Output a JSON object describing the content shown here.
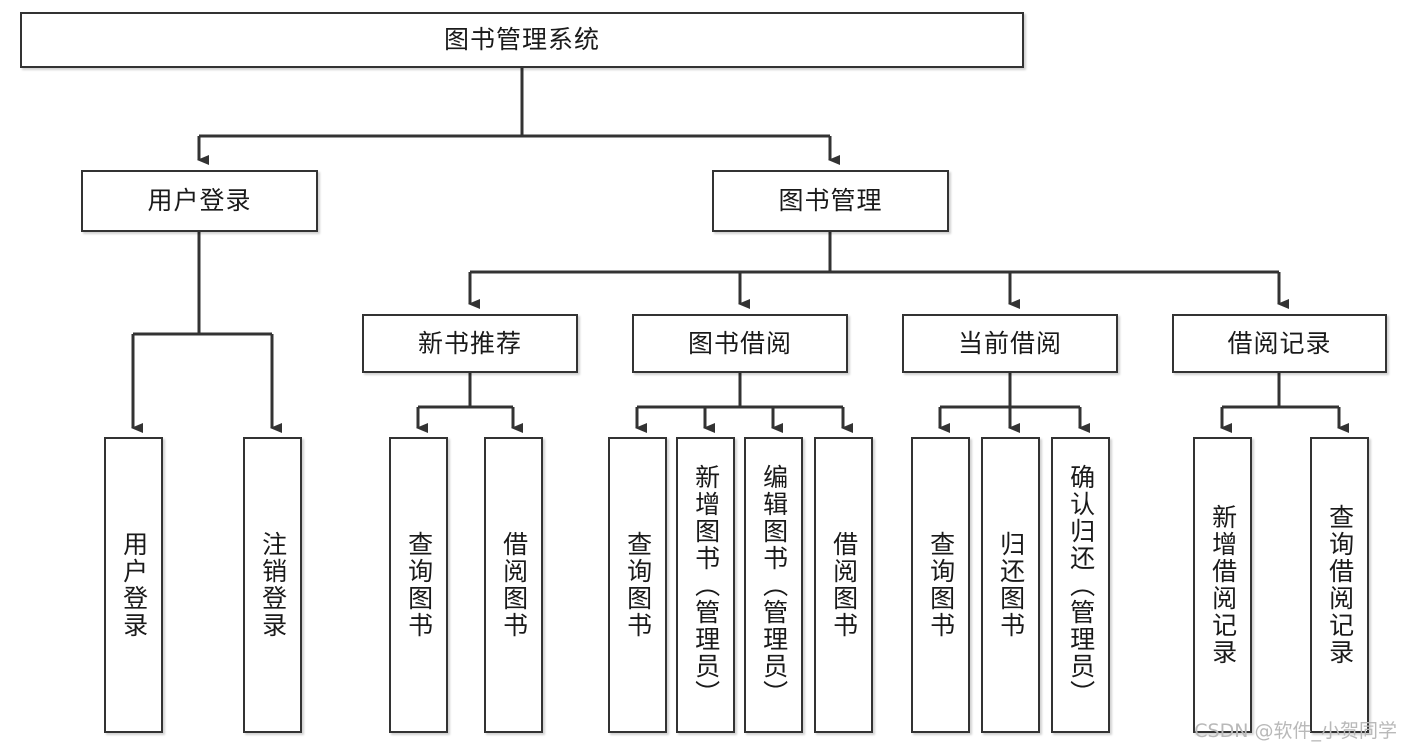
{
  "diagram": {
    "type": "tree",
    "title": "图书管理系统",
    "watermark": "CSDN @软件_小贺同学",
    "colors": {
      "box_border": "#333333",
      "box_fill": "#ffffff",
      "edge": "#333333",
      "text": "#1a1a1a",
      "watermark": "#b9b9b9"
    },
    "nodes": {
      "root": {
        "label": "图书管理系统",
        "level": 1,
        "orientation": "horizontal"
      },
      "user_login": {
        "label": "用户登录",
        "level": 2,
        "orientation": "horizontal"
      },
      "book_manage": {
        "label": "图书管理",
        "level": 2,
        "orientation": "horizontal"
      },
      "new_book_rec": {
        "label": "新书推荐",
        "level": 3,
        "orientation": "horizontal"
      },
      "book_borrow": {
        "label": "图书借阅",
        "level": 3,
        "orientation": "horizontal"
      },
      "current_borrow": {
        "label": "当前借阅",
        "level": 3,
        "orientation": "horizontal"
      },
      "borrow_record": {
        "label": "借阅记录",
        "level": 3,
        "orientation": "horizontal"
      },
      "leaf_user_login": {
        "label": "用户登录",
        "level": 4,
        "orientation": "vertical"
      },
      "leaf_logout": {
        "label": "注销登录",
        "level": 4,
        "orientation": "vertical"
      },
      "leaf_query_book_rec": {
        "label": "查询图书",
        "level": 4,
        "orientation": "vertical"
      },
      "leaf_borrow_book_rec": {
        "label": "借阅图书",
        "level": 4,
        "orientation": "vertical"
      },
      "leaf_query_book_borrow": {
        "label": "查询图书",
        "level": 4,
        "orientation": "vertical"
      },
      "leaf_add_book": {
        "label": "新增图书（管理员）",
        "level": 4,
        "orientation": "vertical"
      },
      "leaf_edit_book": {
        "label": "编辑图书（管理员）",
        "level": 4,
        "orientation": "vertical"
      },
      "leaf_borrow_book": {
        "label": "借阅图书",
        "level": 4,
        "orientation": "vertical"
      },
      "leaf_query_book_current": {
        "label": "查询图书",
        "level": 4,
        "orientation": "vertical"
      },
      "leaf_return_book": {
        "label": "归还图书",
        "level": 4,
        "orientation": "vertical"
      },
      "leaf_confirm_return": {
        "label": "确认归还（管理员）",
        "level": 4,
        "orientation": "vertical"
      },
      "leaf_add_record": {
        "label": "新增借阅记录",
        "level": 4,
        "orientation": "vertical"
      },
      "leaf_query_record": {
        "label": "查询借阅记录",
        "level": 4,
        "orientation": "vertical"
      }
    },
    "edges": [
      {
        "from": "root",
        "to": "user_login"
      },
      {
        "from": "root",
        "to": "book_manage"
      },
      {
        "from": "user_login",
        "to": "leaf_user_login"
      },
      {
        "from": "user_login",
        "to": "leaf_logout"
      },
      {
        "from": "book_manage",
        "to": "new_book_rec"
      },
      {
        "from": "book_manage",
        "to": "book_borrow"
      },
      {
        "from": "book_manage",
        "to": "current_borrow"
      },
      {
        "from": "book_manage",
        "to": "borrow_record"
      },
      {
        "from": "new_book_rec",
        "to": "leaf_query_book_rec"
      },
      {
        "from": "new_book_rec",
        "to": "leaf_borrow_book_rec"
      },
      {
        "from": "book_borrow",
        "to": "leaf_query_book_borrow"
      },
      {
        "from": "book_borrow",
        "to": "leaf_add_book"
      },
      {
        "from": "book_borrow",
        "to": "leaf_edit_book"
      },
      {
        "from": "book_borrow",
        "to": "leaf_borrow_book"
      },
      {
        "from": "current_borrow",
        "to": "leaf_query_book_current"
      },
      {
        "from": "current_borrow",
        "to": "leaf_return_book"
      },
      {
        "from": "current_borrow",
        "to": "leaf_confirm_return"
      },
      {
        "from": "borrow_record",
        "to": "leaf_add_record"
      },
      {
        "from": "borrow_record",
        "to": "leaf_query_record"
      }
    ]
  }
}
